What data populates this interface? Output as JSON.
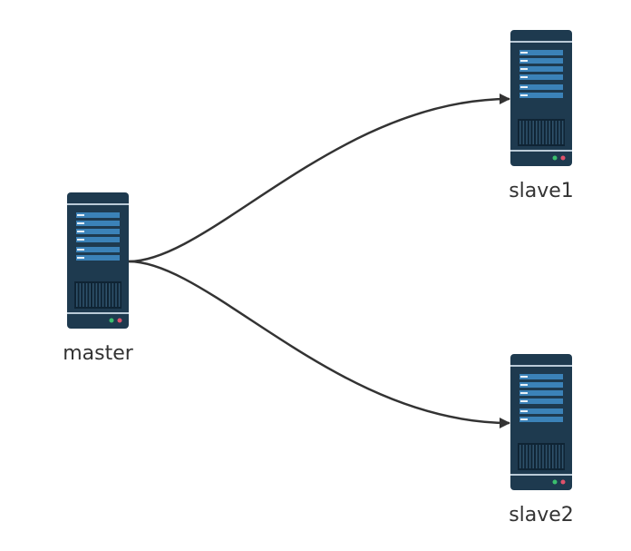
{
  "nodes": [
    {
      "id": "master",
      "label": "master",
      "icon": "server-icon"
    },
    {
      "id": "slave1",
      "label": "slave1",
      "icon": "server-icon"
    },
    {
      "id": "slave2",
      "label": "slave2",
      "icon": "server-icon"
    }
  ],
  "edges": [
    {
      "from": "master",
      "to": "slave1"
    },
    {
      "from": "master",
      "to": "slave2"
    }
  ],
  "colors": {
    "server_body": "#1e3a4f",
    "server_panel": "#2d5f7e",
    "server_stripe": "#3b82b8",
    "server_line": "#d6e4ee",
    "led_green": "#3bbf6e",
    "led_red": "#e0526b",
    "connector": "#333333"
  }
}
